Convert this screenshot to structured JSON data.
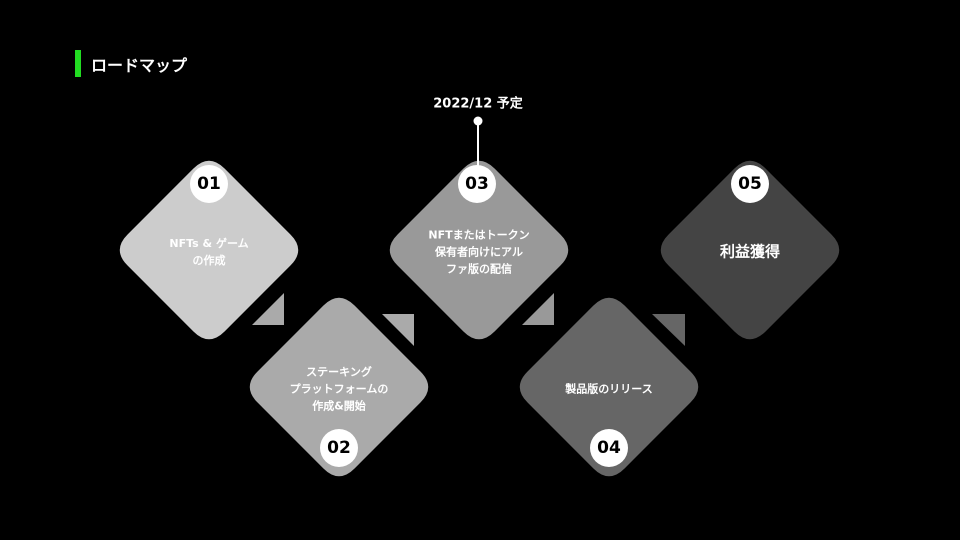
{
  "title": "ロードマップ",
  "milestone": "2022/12 予定",
  "steps": [
    {
      "num": "01",
      "lines": [
        "NFTs & ゲーム",
        "の作成"
      ],
      "color": "#cccccc"
    },
    {
      "num": "02",
      "lines": [
        "ステーキング",
        "プラットフォームの",
        "作成&開始"
      ],
      "color": "#aaaaaa"
    },
    {
      "num": "03",
      "lines": [
        "NFTまたはトークン",
        "保有者向けにアル",
        "ファ版の配信"
      ],
      "color": "#999999"
    },
    {
      "num": "04",
      "lines": [
        "製品版のリリース"
      ],
      "color": "#666666"
    },
    {
      "num": "05",
      "lines": [
        "利益獲得"
      ],
      "color": "#444444"
    }
  ],
  "arrow_colors": [
    "#aaaaaa",
    "#aaaaaa",
    "#999999",
    "#666666"
  ]
}
